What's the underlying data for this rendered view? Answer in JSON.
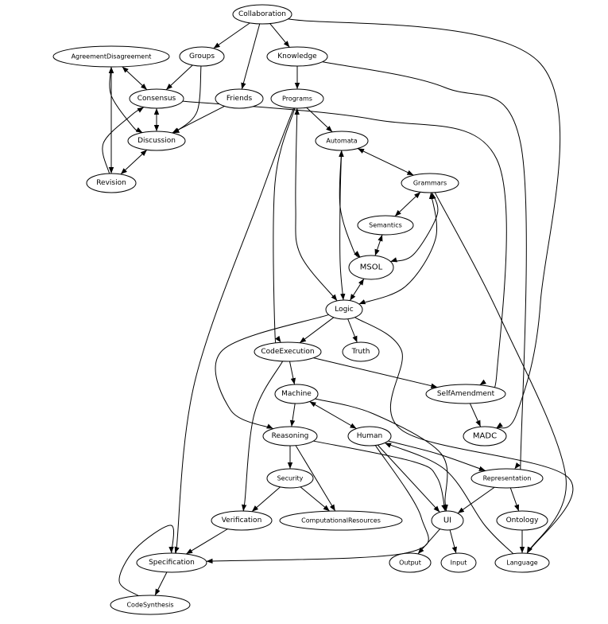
{
  "diagram": {
    "type": "directed-graph",
    "nodes": [
      {
        "id": "Collaboration",
        "label": "Collaboration"
      },
      {
        "id": "Groups",
        "label": "Groups"
      },
      {
        "id": "Knowledge",
        "label": "Knowledge"
      },
      {
        "id": "AgreementDisagreement",
        "label": "AgreementDisagreement"
      },
      {
        "id": "Consensus",
        "label": "Consensus"
      },
      {
        "id": "Friends",
        "label": "Friends"
      },
      {
        "id": "Programs",
        "label": "Programs"
      },
      {
        "id": "Discussion",
        "label": "Discussion"
      },
      {
        "id": "Automata",
        "label": "Automata"
      },
      {
        "id": "Revision",
        "label": "Revision"
      },
      {
        "id": "Grammars",
        "label": "Grammars"
      },
      {
        "id": "Semantics",
        "label": "Semantics"
      },
      {
        "id": "MSOL",
        "label": "MSOL"
      },
      {
        "id": "Logic",
        "label": "Logic"
      },
      {
        "id": "CodeExecution",
        "label": "CodeExecution"
      },
      {
        "id": "Truth",
        "label": "Truth"
      },
      {
        "id": "Machine",
        "label": "Machine"
      },
      {
        "id": "SelfAmendment",
        "label": "SelfAmendment"
      },
      {
        "id": "Reasoning",
        "label": "Reasoning"
      },
      {
        "id": "Human",
        "label": "Human"
      },
      {
        "id": "MADC",
        "label": "MADC"
      },
      {
        "id": "Representation",
        "label": "Representation"
      },
      {
        "id": "Security",
        "label": "Security"
      },
      {
        "id": "Verification",
        "label": "Verification"
      },
      {
        "id": "ComputationalResources",
        "label": "ComputationalResources"
      },
      {
        "id": "UI",
        "label": "UI"
      },
      {
        "id": "Ontology",
        "label": "Ontology"
      },
      {
        "id": "Specification",
        "label": "Specification"
      },
      {
        "id": "Output",
        "label": "Output"
      },
      {
        "id": "Input",
        "label": "Input"
      },
      {
        "id": "Language",
        "label": "Language"
      },
      {
        "id": "CodeSynthesis",
        "label": "CodeSynthesis"
      }
    ],
    "edges": [
      {
        "from": "Collaboration",
        "to": "Groups",
        "dir": "forward"
      },
      {
        "from": "Collaboration",
        "to": "Knowledge",
        "dir": "forward"
      },
      {
        "from": "Collaboration",
        "to": "Friends",
        "dir": "forward"
      },
      {
        "from": "Collaboration",
        "to": "MADC",
        "dir": "forward"
      },
      {
        "from": "Groups",
        "to": "Consensus",
        "dir": "forward"
      },
      {
        "from": "Groups",
        "to": "Discussion",
        "dir": "forward"
      },
      {
        "from": "AgreementDisagreement",
        "to": "Consensus",
        "dir": "both"
      },
      {
        "from": "AgreementDisagreement",
        "to": "Discussion",
        "dir": "both"
      },
      {
        "from": "AgreementDisagreement",
        "to": "Revision",
        "dir": "both"
      },
      {
        "from": "Consensus",
        "to": "Discussion",
        "dir": "both"
      },
      {
        "from": "Discussion",
        "to": "Revision",
        "dir": "both"
      },
      {
        "from": "Revision",
        "to": "Consensus",
        "dir": "forward"
      },
      {
        "from": "Friends",
        "to": "Discussion",
        "dir": "forward"
      },
      {
        "from": "Consensus",
        "to": "SelfAmendment",
        "dir": "forward"
      },
      {
        "from": "Knowledge",
        "to": "Programs",
        "dir": "forward"
      },
      {
        "from": "Knowledge",
        "to": "Representation",
        "dir": "forward"
      },
      {
        "from": "Programs",
        "to": "Automata",
        "dir": "forward"
      },
      {
        "from": "Programs",
        "to": "CodeExecution",
        "dir": "forward"
      },
      {
        "from": "Programs",
        "to": "Specification",
        "dir": "forward"
      },
      {
        "from": "Programs",
        "to": "Logic",
        "dir": "both"
      },
      {
        "from": "Automata",
        "to": "Grammars",
        "dir": "both"
      },
      {
        "from": "Automata",
        "to": "MSOL",
        "dir": "both"
      },
      {
        "from": "Automata",
        "to": "Logic",
        "dir": "both"
      },
      {
        "from": "Grammars",
        "to": "Semantics",
        "dir": "both"
      },
      {
        "from": "Grammars",
        "to": "MSOL",
        "dir": "both"
      },
      {
        "from": "Grammars",
        "to": "Logic",
        "dir": "both"
      },
      {
        "from": "Grammars",
        "to": "Language",
        "dir": "forward"
      },
      {
        "from": "Semantics",
        "to": "MSOL",
        "dir": "both"
      },
      {
        "from": "MSOL",
        "to": "Logic",
        "dir": "both"
      },
      {
        "from": "Logic",
        "to": "CodeExecution",
        "dir": "forward"
      },
      {
        "from": "Logic",
        "to": "Truth",
        "dir": "forward"
      },
      {
        "from": "Logic",
        "to": "Reasoning",
        "dir": "forward"
      },
      {
        "from": "Logic",
        "to": "Language",
        "dir": "forward"
      },
      {
        "from": "CodeExecution",
        "to": "Machine",
        "dir": "forward"
      },
      {
        "from": "CodeExecution",
        "to": "SelfAmendment",
        "dir": "forward"
      },
      {
        "from": "CodeExecution",
        "to": "Verification",
        "dir": "forward"
      },
      {
        "from": "SelfAmendment",
        "to": "MADC",
        "dir": "forward"
      },
      {
        "from": "Machine",
        "to": "Reasoning",
        "dir": "forward"
      },
      {
        "from": "Machine",
        "to": "Human",
        "dir": "both"
      },
      {
        "from": "Machine",
        "to": "UI",
        "dir": "forward"
      },
      {
        "from": "Reasoning",
        "to": "Security",
        "dir": "forward"
      },
      {
        "from": "Reasoning",
        "to": "ComputationalResources",
        "dir": "forward"
      },
      {
        "from": "Reasoning",
        "to": "UI",
        "dir": "forward"
      },
      {
        "from": "Human",
        "to": "Representation",
        "dir": "forward"
      },
      {
        "from": "Human",
        "to": "UI",
        "dir": "forward"
      },
      {
        "from": "Human",
        "to": "Specification",
        "dir": "forward"
      },
      {
        "from": "Language",
        "to": "Human",
        "dir": "forward"
      },
      {
        "from": "Security",
        "to": "Verification",
        "dir": "forward"
      },
      {
        "from": "Security",
        "to": "ComputationalResources",
        "dir": "forward"
      },
      {
        "from": "Representation",
        "to": "UI",
        "dir": "forward"
      },
      {
        "from": "Representation",
        "to": "Ontology",
        "dir": "forward"
      },
      {
        "from": "Verification",
        "to": "Specification",
        "dir": "forward"
      },
      {
        "from": "Ontology",
        "to": "Language",
        "dir": "forward"
      },
      {
        "from": "UI",
        "to": "Output",
        "dir": "forward"
      },
      {
        "from": "UI",
        "to": "Input",
        "dir": "forward"
      },
      {
        "from": "Specification",
        "to": "CodeSynthesis",
        "dir": "forward"
      },
      {
        "from": "CodeSynthesis",
        "to": "Specification",
        "dir": "forward"
      }
    ]
  }
}
